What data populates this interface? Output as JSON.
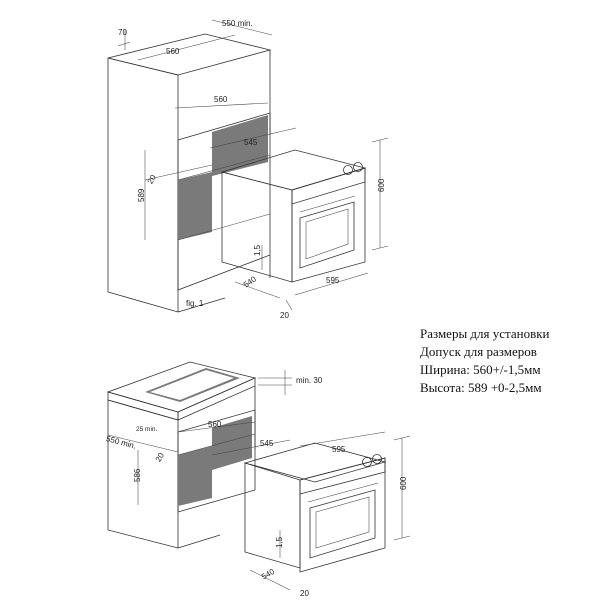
{
  "top_diagram": {
    "dims": {
      "d70": "70",
      "d550min": "550 min.",
      "d560_top": "560",
      "d560_mid": "560",
      "d545": "545",
      "d20_left": "20",
      "d589": "589",
      "d600": "600",
      "d1_5": "1,5",
      "d540": "540",
      "d595": "595",
      "d20_bottom": "20",
      "fig": "fig. 1"
    }
  },
  "bottom_diagram": {
    "dims": {
      "min30": "min. 30",
      "d25min": "25 min.",
      "d550min": "550 min.",
      "d560": "560",
      "d20": "20",
      "d545": "545",
      "d595": "595",
      "d586": "586",
      "d600": "600",
      "d1_5": "1,5",
      "d540": "540",
      "d20_bottom": "20"
    }
  },
  "notes": {
    "line1": "Размеры для установки",
    "line2": "Допуск для размеров",
    "line3": "Ширина: 560+/-1,5мм",
    "line4": "Высота: 589 +0-2,5мм"
  }
}
